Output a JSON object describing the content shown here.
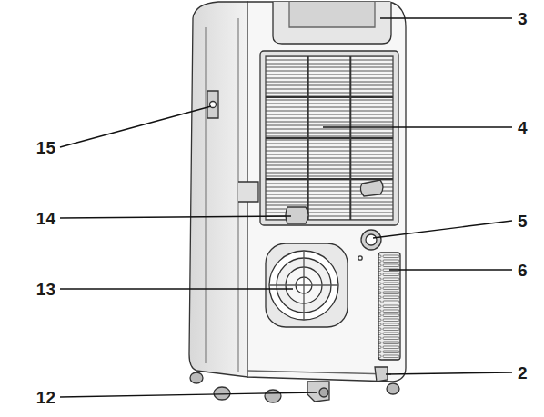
{
  "diagram": {
    "labels": [
      "3",
      "4",
      "5",
      "6",
      "2",
      "15",
      "14",
      "13",
      "12"
    ]
  }
}
